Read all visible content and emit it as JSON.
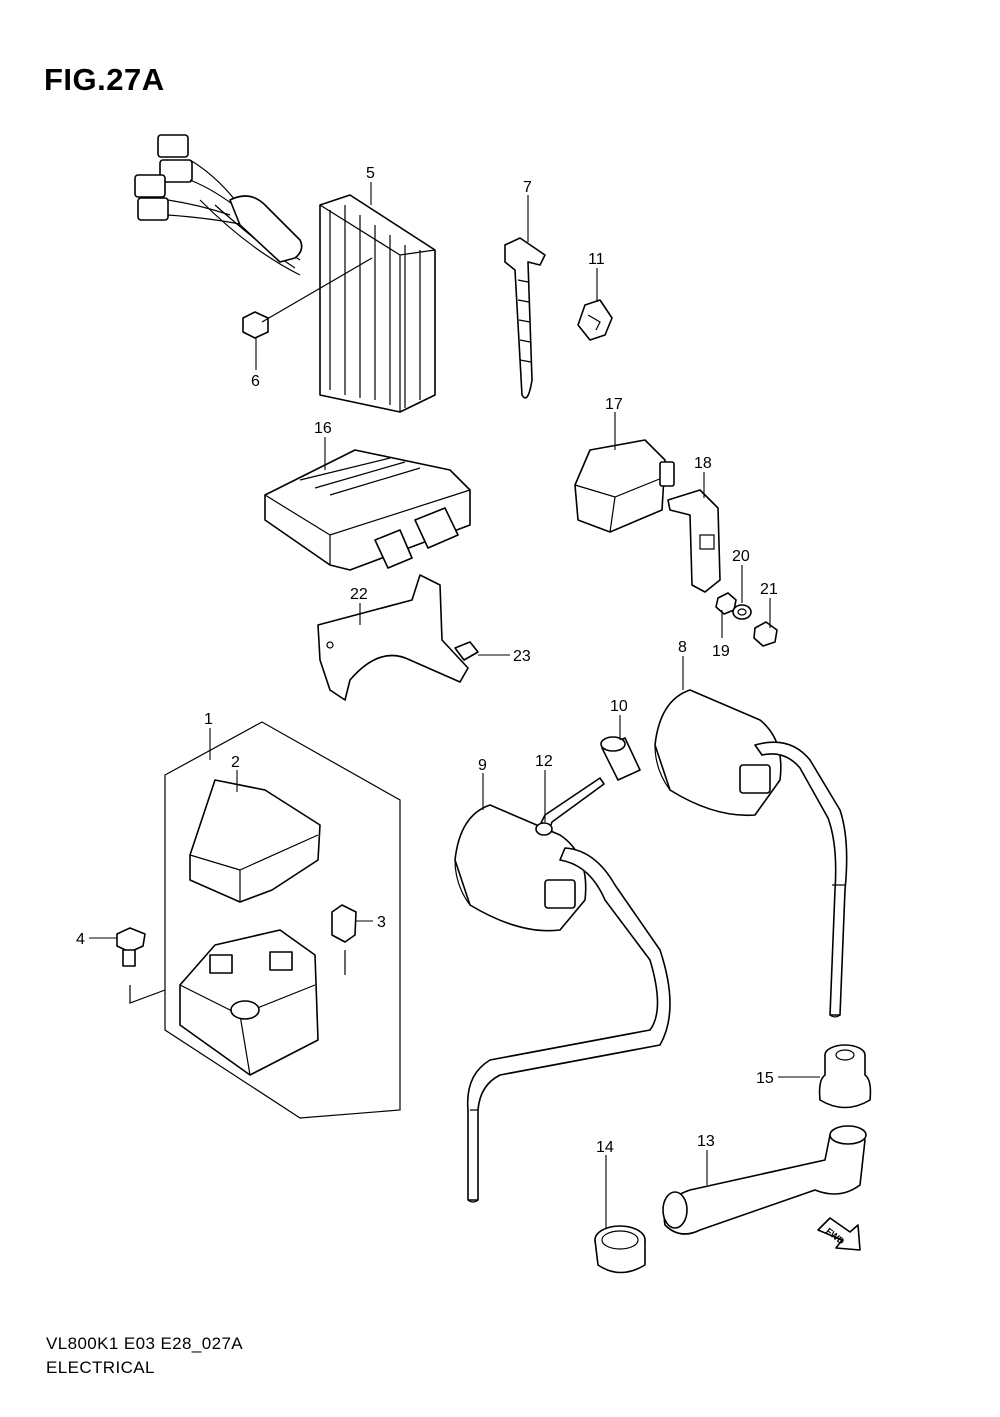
{
  "figure": {
    "title": "FIG.27A",
    "model_code": "VL800K1 E03 E28_027A",
    "section_name": "ELECTRICAL"
  },
  "callouts": [
    "1",
    "2",
    "3",
    "4",
    "5",
    "6",
    "7",
    "8",
    "9",
    "10",
    "11",
    "12",
    "13",
    "14",
    "15",
    "16",
    "17",
    "18",
    "19",
    "20",
    "21",
    "22",
    "23"
  ],
  "direction_marker": "FWD"
}
